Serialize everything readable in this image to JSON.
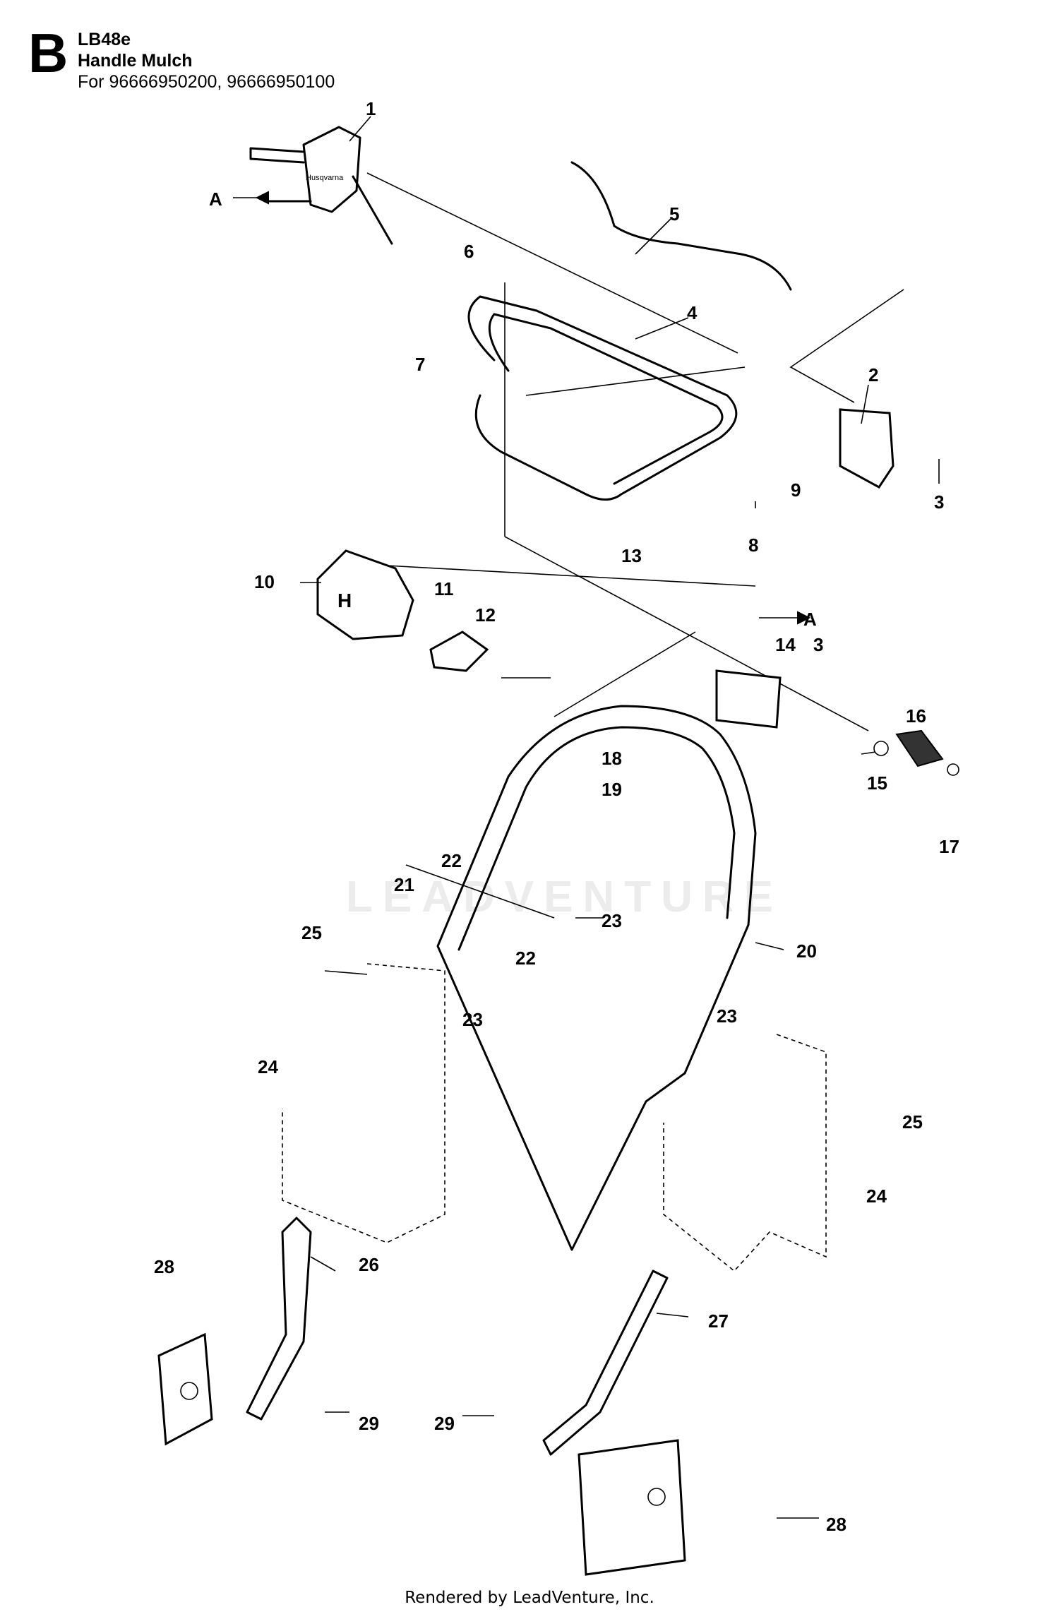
{
  "header": {
    "section_letter": "B",
    "model": "LB48e",
    "subtitle": "Handle Mulch",
    "applies_to": "For 96666950200, 96666950100"
  },
  "watermark": "LEADVENTURE",
  "footer": "Rendered by LeadVenture, Inc.",
  "callouts": {
    "c1": "1",
    "c2": "2",
    "c3a": "3",
    "c3b": "3",
    "c4": "4",
    "c5": "5",
    "c6": "6",
    "c7": "7",
    "c8": "8",
    "c9": "9",
    "c10": "10",
    "c11": "11",
    "c12": "12",
    "c13": "13",
    "c14": "14",
    "c15": "15",
    "c16": "16",
    "c17": "17",
    "c18": "18",
    "c19": "19",
    "c20": "20",
    "c21": "21",
    "c22a": "22",
    "c22b": "22",
    "c23a": "23",
    "c23b": "23",
    "c23c": "23",
    "c24a": "24",
    "c24b": "24",
    "c25a": "25",
    "c25b": "25",
    "c26": "26",
    "c27": "27",
    "c28a": "28",
    "c28b": "28",
    "c29a": "29",
    "c29b": "29",
    "ca1": "A",
    "ca2": "A"
  }
}
